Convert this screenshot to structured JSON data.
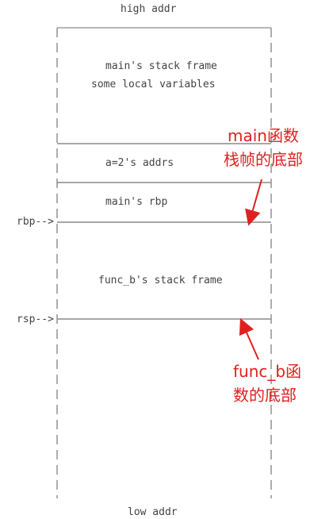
{
  "diagram": {
    "title_top": "high addr",
    "title_bottom": "low addr",
    "frame_lines": [
      "main's stack frame",
      "some local variables"
    ],
    "addr_label": "a=2's addrs",
    "rbp_saved_label": "main's rbp",
    "func_frame_label": "func_b's stack frame",
    "rbp_pointer": "rbp-->",
    "rsp_pointer": "rsp-->",
    "annotations": {
      "main_bottom": [
        "main函数",
        "栈帧的底部"
      ],
      "func_bottom": [
        "func_b函",
        "数的底部"
      ]
    },
    "colors": {
      "line": "#8a8a8a",
      "text": "#444444",
      "annotation": "#e02020"
    }
  }
}
